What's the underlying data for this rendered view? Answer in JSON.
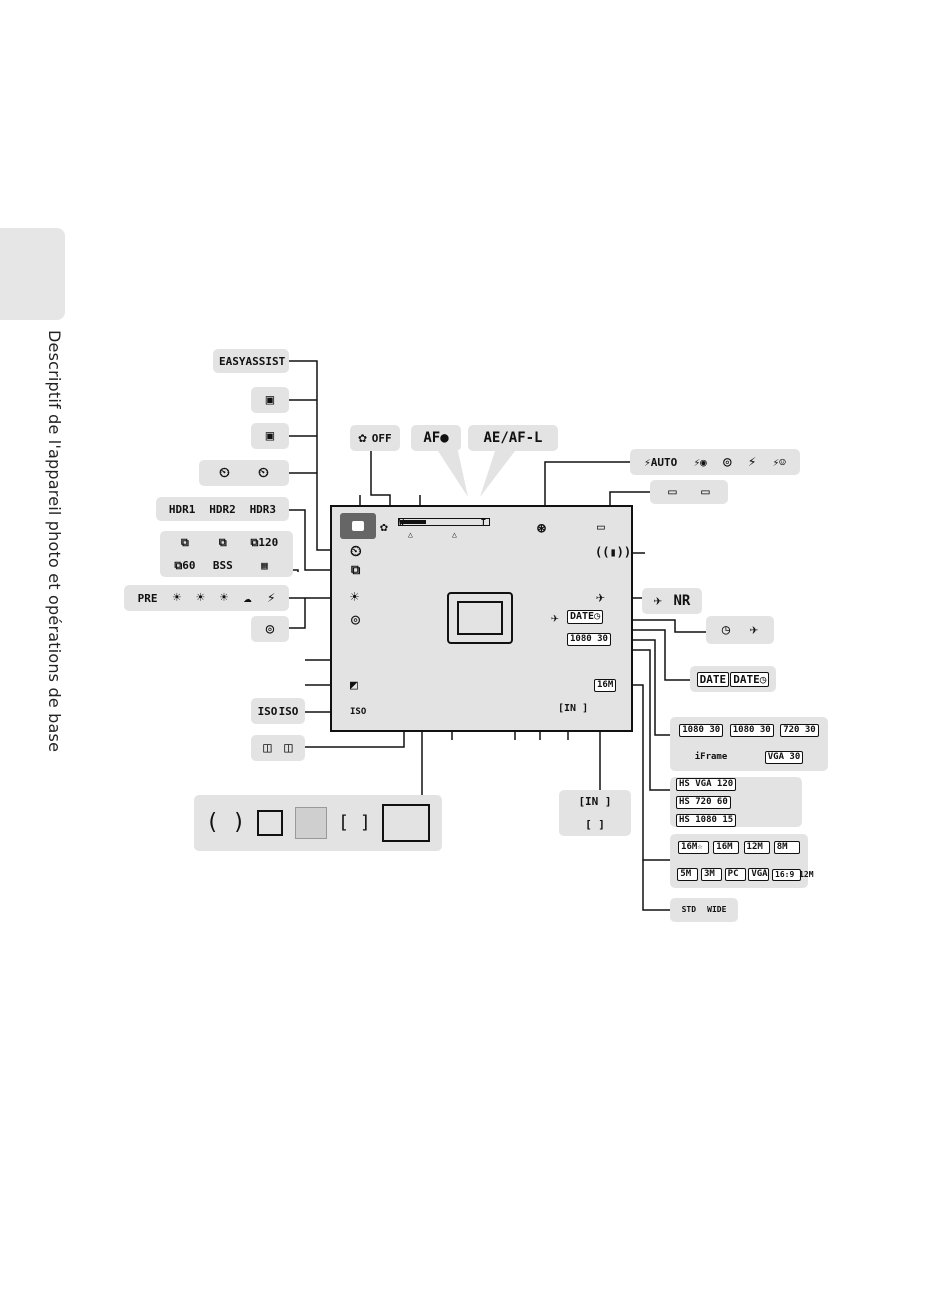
{
  "side_title": "Descriptif de l'appareil photo et opérations de base",
  "left_groups": {
    "easy_assist": [
      "EASY",
      "ASSIST"
    ],
    "scene_pet": [
      "▣"
    ],
    "scene_pet2": [
      "▣"
    ],
    "self_timer": [
      "⏲",
      "⏲"
    ],
    "hdr": [
      "HDR1",
      "HDR2",
      "HDR3"
    ],
    "continuous": [
      "⧉",
      "⧉",
      "⧉120",
      "⧉60",
      "BSS",
      "▦"
    ],
    "white_balance": [
      "PRE",
      "☀",
      "☀",
      "☀",
      "☁",
      "⚡"
    ],
    "color": [
      "◎"
    ],
    "iso": [
      "ISO",
      "ISO"
    ],
    "movie_mode": [
      "◫",
      "◫"
    ]
  },
  "top_groups": {
    "macro": [
      "✿",
      "OFF"
    ],
    "af": "AF●",
    "ae_af_lock": "AE/AF-L",
    "flash": [
      "⚡AUTO",
      "⚡◉",
      "◎",
      "⚡",
      "⚡☺"
    ],
    "battery": [
      "▭",
      "▭"
    ]
  },
  "right_groups": {
    "nr": [
      "✈",
      "NR"
    ],
    "travel": [
      "◷",
      "✈"
    ],
    "date": [
      "DATE",
      "DATE◷"
    ],
    "movie_options": [
      "1080 30",
      "1080 30",
      "720 30",
      "iFrame",
      "VGA 30"
    ],
    "hs_movie": [
      "HS VGA 120",
      "HS 720 60",
      "HS 1080 15"
    ],
    "image_size": [
      "16M☆",
      "16M",
      "12M",
      "8M",
      "5M",
      "3M",
      "PC",
      "VGA",
      "16:9 12M"
    ],
    "panorama": [
      "STD",
      "WIDE"
    ]
  },
  "bottom_groups": {
    "af_area": [
      "( )",
      "[ ]",
      "[ ]",
      "[ ]",
      "[ ]"
    ],
    "remaining": [
      "[IN ]",
      "[ ]"
    ]
  },
  "screen": {
    "zoom_w": "W",
    "zoom_t": "T",
    "date": "DATE◷",
    "movie": "1080 30",
    "size": "16M",
    "remaining": "[IN ]",
    "iso": "ISO"
  }
}
